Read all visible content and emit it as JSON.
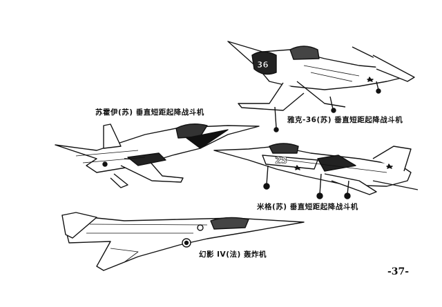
{
  "captions": {
    "su": "苏霍伊(苏) 垂直短距起降战斗机",
    "yak": "雅克-36(苏) 垂直短距起降战斗机",
    "mig": "米格(苏) 垂直短距起降战斗机",
    "mirage": "幻影 IV(法) 轰炸机"
  },
  "markings": {
    "yak_number": "36",
    "mig_number": "23"
  },
  "page_number": "-37-"
}
